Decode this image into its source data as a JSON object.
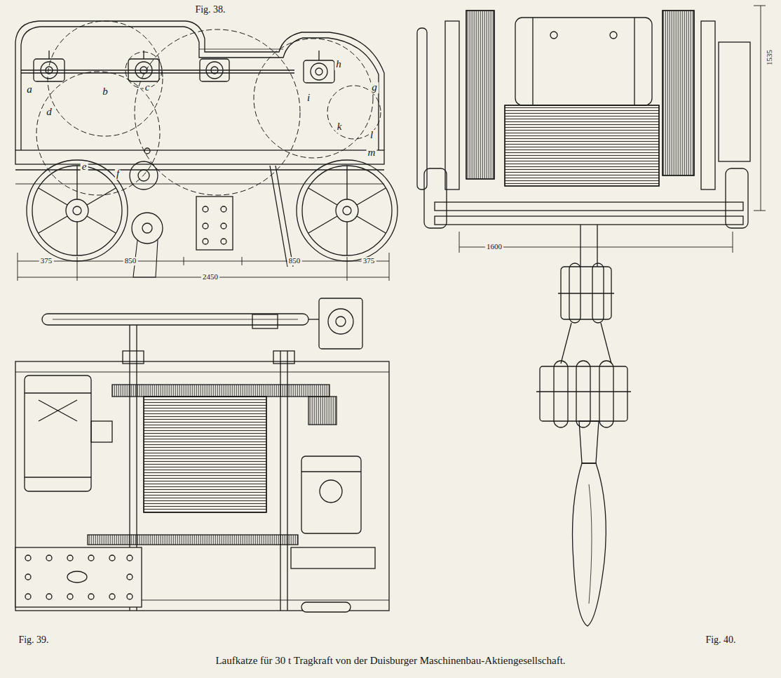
{
  "diagram": {
    "caption": "Laufkatze für 30 t Tragkraft von der Duisburger Maschinenbau-Aktiengesellschaft.",
    "labels": [
      "Fig. 38.",
      "a",
      "b",
      "c",
      "d",
      "e",
      "f",
      "g",
      "h",
      "i",
      "k",
      "l",
      "m",
      "375",
      "850",
      "2450",
      "850",
      "375",
      "Fig. 39.",
      "1600",
      "1535",
      "Fig. 40."
    ]
  }
}
